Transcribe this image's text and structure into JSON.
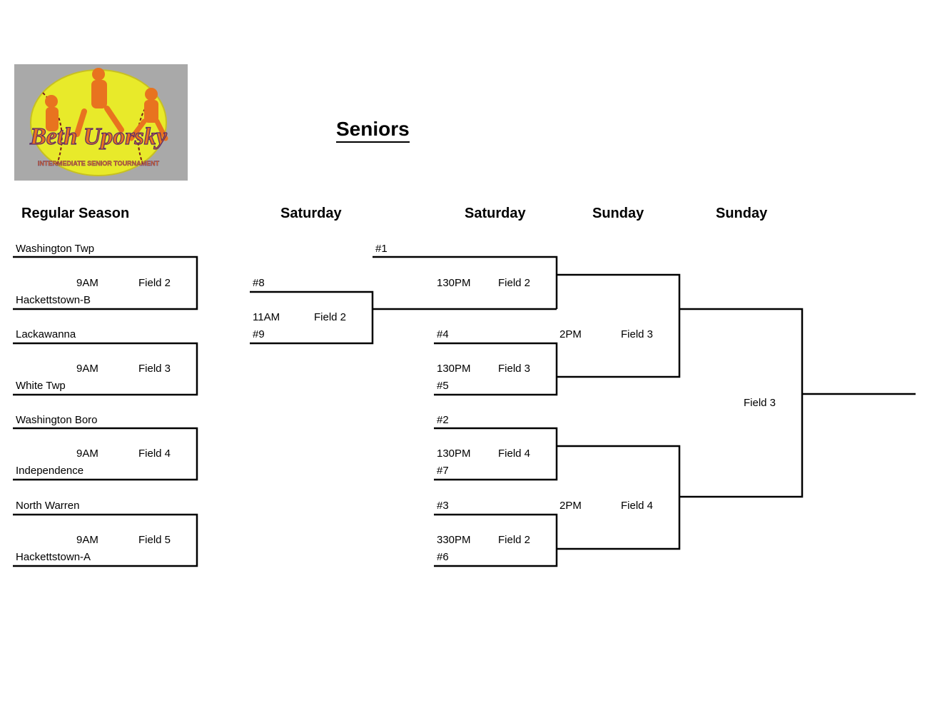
{
  "title": "Seniors",
  "logo": {
    "text": "Beth Uporsky",
    "subtext": "INTERMEDIATE SENIOR TOURNAMENT"
  },
  "headers": [
    "Regular Season",
    "Saturday",
    "Saturday",
    "Sunday",
    "Sunday"
  ],
  "round1": [
    {
      "team_top": "Washington Twp",
      "team_bottom": "Hackettstown-B",
      "time": "9AM",
      "field": "Field 2"
    },
    {
      "team_top": "Lackawanna",
      "team_bottom": "White Twp",
      "time": "9AM",
      "field": "Field 3"
    },
    {
      "team_top": "Washington Boro",
      "team_bottom": "Independence",
      "time": "9AM",
      "field": "Field 4"
    },
    {
      "team_top": "North Warren",
      "team_bottom": "Hackettstown-A",
      "time": "9AM",
      "field": "Field 5"
    }
  ],
  "playin": {
    "seed_top": "#8",
    "seed_bottom": "#9",
    "time": "11AM",
    "field": "Field 2"
  },
  "quarterfinals": [
    {
      "seed_top": "#1",
      "time": "130PM",
      "field": "Field 2"
    },
    {
      "seed_top": "#4",
      "seed_bottom": "#5",
      "time": "130PM",
      "field": "Field 3"
    },
    {
      "seed_top": "#2",
      "seed_bottom": "#7",
      "time": "130PM",
      "field": "Field 4"
    },
    {
      "seed_top": "#3",
      "seed_bottom": "#6",
      "time": "330PM",
      "field": "Field 2"
    }
  ],
  "semifinals": [
    {
      "time": "2PM",
      "field": "Field 3"
    },
    {
      "time": "2PM",
      "field": "Field 4"
    }
  ],
  "final": {
    "field": "Field 3"
  }
}
